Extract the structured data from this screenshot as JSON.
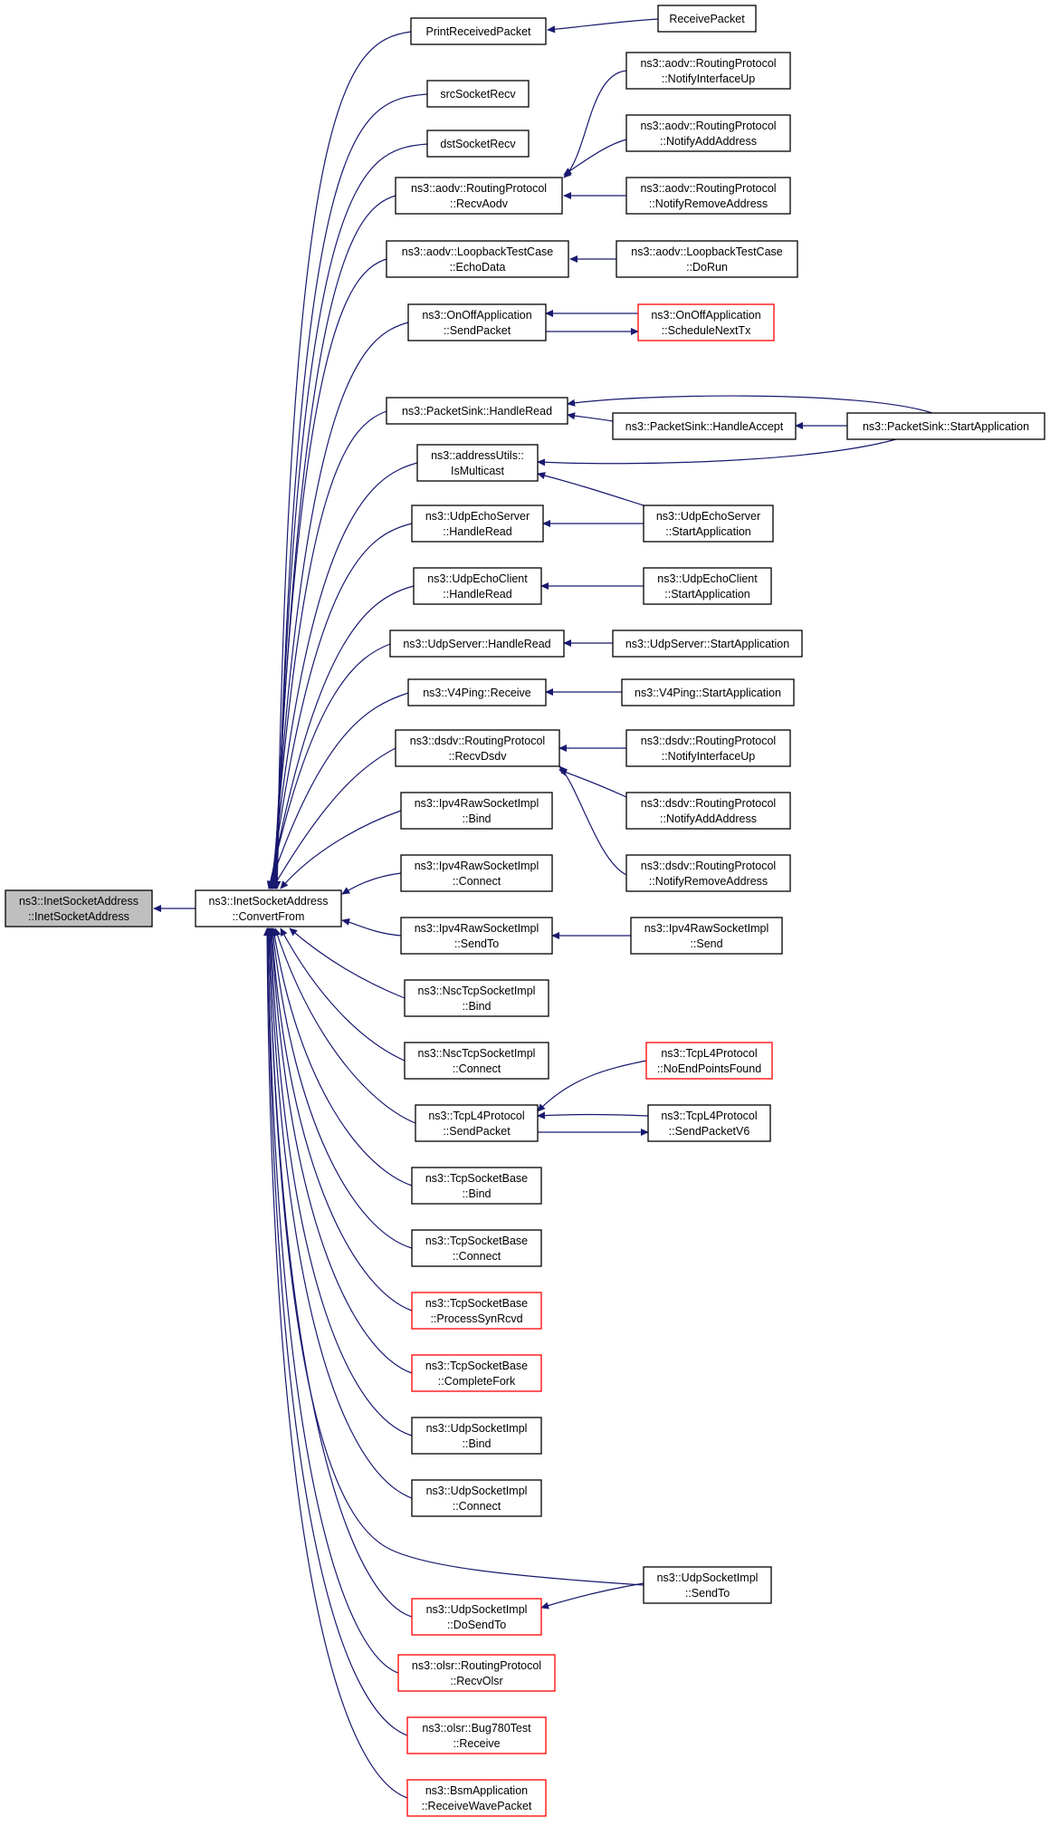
{
  "colors": {
    "edge": "#191970",
    "node_border": "#000000",
    "node_border_incomplete": "#ff0000",
    "root_fill": "#bfbfbf",
    "background": "#ffffff"
  },
  "nodes": [
    {
      "id": "n0",
      "lines": [
        "ns3::InetSocketAddress",
        "::InetSocketAddress"
      ],
      "root": true
    },
    {
      "id": "n1",
      "lines": [
        "ns3::InetSocketAddress",
        "::ConvertFrom"
      ]
    },
    {
      "id": "n2",
      "lines": [
        "PrintReceivedPacket"
      ]
    },
    {
      "id": "n3",
      "lines": [
        "ReceivePacket"
      ]
    },
    {
      "id": "n4",
      "lines": [
        "srcSocketRecv"
      ]
    },
    {
      "id": "n5",
      "lines": [
        "dstSocketRecv"
      ]
    },
    {
      "id": "n6",
      "lines": [
        "ns3::aodv::RoutingProtocol",
        "::RecvAodv"
      ]
    },
    {
      "id": "n7",
      "lines": [
        "ns3::aodv::RoutingProtocol",
        "::NotifyInterfaceUp"
      ]
    },
    {
      "id": "n8",
      "lines": [
        "ns3::aodv::RoutingProtocol",
        "::NotifyAddAddress"
      ]
    },
    {
      "id": "n9",
      "lines": [
        "ns3::aodv::RoutingProtocol",
        "::NotifyRemoveAddress"
      ]
    },
    {
      "id": "n10",
      "lines": [
        "ns3::aodv::LoopbackTestCase",
        "::EchoData"
      ]
    },
    {
      "id": "n11",
      "lines": [
        "ns3::aodv::LoopbackTestCase",
        "::DoRun"
      ]
    },
    {
      "id": "n12",
      "lines": [
        "ns3::OnOffApplication",
        "::SendPacket"
      ]
    },
    {
      "id": "n13",
      "lines": [
        "ns3::OnOffApplication",
        "::ScheduleNextTx"
      ],
      "red": true
    },
    {
      "id": "n14",
      "lines": [
        "ns3::PacketSink::HandleRead"
      ]
    },
    {
      "id": "n15",
      "lines": [
        "ns3::PacketSink::HandleAccept"
      ]
    },
    {
      "id": "n16",
      "lines": [
        "ns3::PacketSink::StartApplication"
      ]
    },
    {
      "id": "n17",
      "lines": [
        "ns3::addressUtils::",
        "IsMulticast"
      ]
    },
    {
      "id": "n18",
      "lines": [
        "ns3::UdpEchoServer",
        "::HandleRead"
      ]
    },
    {
      "id": "n19",
      "lines": [
        "ns3::UdpEchoServer",
        "::StartApplication"
      ]
    },
    {
      "id": "n20",
      "lines": [
        "ns3::UdpEchoClient",
        "::HandleRead"
      ]
    },
    {
      "id": "n21",
      "lines": [
        "ns3::UdpEchoClient",
        "::StartApplication"
      ]
    },
    {
      "id": "n22",
      "lines": [
        "ns3::UdpServer::HandleRead"
      ]
    },
    {
      "id": "n23",
      "lines": [
        "ns3::UdpServer::StartApplication"
      ]
    },
    {
      "id": "n24",
      "lines": [
        "ns3::V4Ping::Receive"
      ]
    },
    {
      "id": "n25",
      "lines": [
        "ns3::V4Ping::StartApplication"
      ]
    },
    {
      "id": "n26",
      "lines": [
        "ns3::dsdv::RoutingProtocol",
        "::RecvDsdv"
      ]
    },
    {
      "id": "n27",
      "lines": [
        "ns3::dsdv::RoutingProtocol",
        "::NotifyInterfaceUp"
      ]
    },
    {
      "id": "n28",
      "lines": [
        "ns3::dsdv::RoutingProtocol",
        "::NotifyAddAddress"
      ]
    },
    {
      "id": "n29",
      "lines": [
        "ns3::dsdv::RoutingProtocol",
        "::NotifyRemoveAddress"
      ]
    },
    {
      "id": "n30",
      "lines": [
        "ns3::Ipv4RawSocketImpl",
        "::Bind"
      ]
    },
    {
      "id": "n31",
      "lines": [
        "ns3::Ipv4RawSocketImpl",
        "::Connect"
      ]
    },
    {
      "id": "n32",
      "lines": [
        "ns3::Ipv4RawSocketImpl",
        "::SendTo"
      ]
    },
    {
      "id": "n33",
      "lines": [
        "ns3::Ipv4RawSocketImpl",
        "::Send"
      ]
    },
    {
      "id": "n34",
      "lines": [
        "ns3::NscTcpSocketImpl",
        "::Bind"
      ]
    },
    {
      "id": "n35",
      "lines": [
        "ns3::NscTcpSocketImpl",
        "::Connect"
      ]
    },
    {
      "id": "n36",
      "lines": [
        "ns3::TcpL4Protocol",
        "::NoEndPointsFound"
      ],
      "red": true
    },
    {
      "id": "n37",
      "lines": [
        "ns3::TcpL4Protocol",
        "::SendPacket"
      ]
    },
    {
      "id": "n38",
      "lines": [
        "ns3::TcpL4Protocol",
        "::SendPacketV6"
      ]
    },
    {
      "id": "n39",
      "lines": [
        "ns3::TcpSocketBase",
        "::Bind"
      ]
    },
    {
      "id": "n40",
      "lines": [
        "ns3::TcpSocketBase",
        "::Connect"
      ]
    },
    {
      "id": "n41",
      "lines": [
        "ns3::TcpSocketBase",
        "::ProcessSynRcvd"
      ],
      "red": true
    },
    {
      "id": "n42",
      "lines": [
        "ns3::TcpSocketBase",
        "::CompleteFork"
      ],
      "red": true
    },
    {
      "id": "n43",
      "lines": [
        "ns3::UdpSocketImpl",
        "::Bind"
      ]
    },
    {
      "id": "n44",
      "lines": [
        "ns3::UdpSocketImpl",
        "::Connect"
      ]
    },
    {
      "id": "n45",
      "lines": [
        "ns3::UdpSocketImpl",
        "::SendTo"
      ]
    },
    {
      "id": "n46",
      "lines": [
        "ns3::UdpSocketImpl",
        "::DoSendTo"
      ],
      "red": true
    },
    {
      "id": "n47",
      "lines": [
        "ns3::olsr::RoutingProtocol",
        "::RecvOlsr"
      ],
      "red": true
    },
    {
      "id": "n48",
      "lines": [
        "ns3::olsr::Bug780Test",
        "::Receive"
      ],
      "red": true
    },
    {
      "id": "n49",
      "lines": [
        "ns3::BsmApplication",
        "::ReceiveWavePacket"
      ],
      "red": true
    }
  ],
  "edges": [
    [
      "n1",
      "n0"
    ],
    [
      "n2",
      "n1"
    ],
    [
      "n4",
      "n1"
    ],
    [
      "n5",
      "n1"
    ],
    [
      "n6",
      "n1"
    ],
    [
      "n10",
      "n1"
    ],
    [
      "n12",
      "n1"
    ],
    [
      "n14",
      "n1"
    ],
    [
      "n17",
      "n1"
    ],
    [
      "n18",
      "n1"
    ],
    [
      "n20",
      "n1"
    ],
    [
      "n22",
      "n1"
    ],
    [
      "n24",
      "n1"
    ],
    [
      "n26",
      "n1"
    ],
    [
      "n30",
      "n1"
    ],
    [
      "n31",
      "n1"
    ],
    [
      "n32",
      "n1"
    ],
    [
      "n34",
      "n1"
    ],
    [
      "n35",
      "n1"
    ],
    [
      "n37",
      "n1"
    ],
    [
      "n39",
      "n1"
    ],
    [
      "n40",
      "n1"
    ],
    [
      "n41",
      "n1"
    ],
    [
      "n42",
      "n1"
    ],
    [
      "n43",
      "n1"
    ],
    [
      "n44",
      "n1"
    ],
    [
      "n45",
      "n1"
    ],
    [
      "n46",
      "n1"
    ],
    [
      "n47",
      "n1"
    ],
    [
      "n48",
      "n1"
    ],
    [
      "n49",
      "n1"
    ],
    [
      "n3",
      "n2"
    ],
    [
      "n7",
      "n6"
    ],
    [
      "n8",
      "n6"
    ],
    [
      "n9",
      "n6"
    ],
    [
      "n11",
      "n10"
    ],
    [
      "n13",
      "n12"
    ],
    [
      "n12",
      "n13"
    ],
    [
      "n15",
      "n14"
    ],
    [
      "n16",
      "n14"
    ],
    [
      "n16",
      "n15"
    ],
    [
      "n16",
      "n17"
    ],
    [
      "n19",
      "n17"
    ],
    [
      "n19",
      "n18"
    ],
    [
      "n21",
      "n20"
    ],
    [
      "n23",
      "n22"
    ],
    [
      "n25",
      "n24"
    ],
    [
      "n27",
      "n26"
    ],
    [
      "n28",
      "n26"
    ],
    [
      "n29",
      "n26"
    ],
    [
      "n33",
      "n32"
    ],
    [
      "n36",
      "n37"
    ],
    [
      "n38",
      "n37"
    ],
    [
      "n37",
      "n38"
    ],
    [
      "n45",
      "n46"
    ]
  ]
}
